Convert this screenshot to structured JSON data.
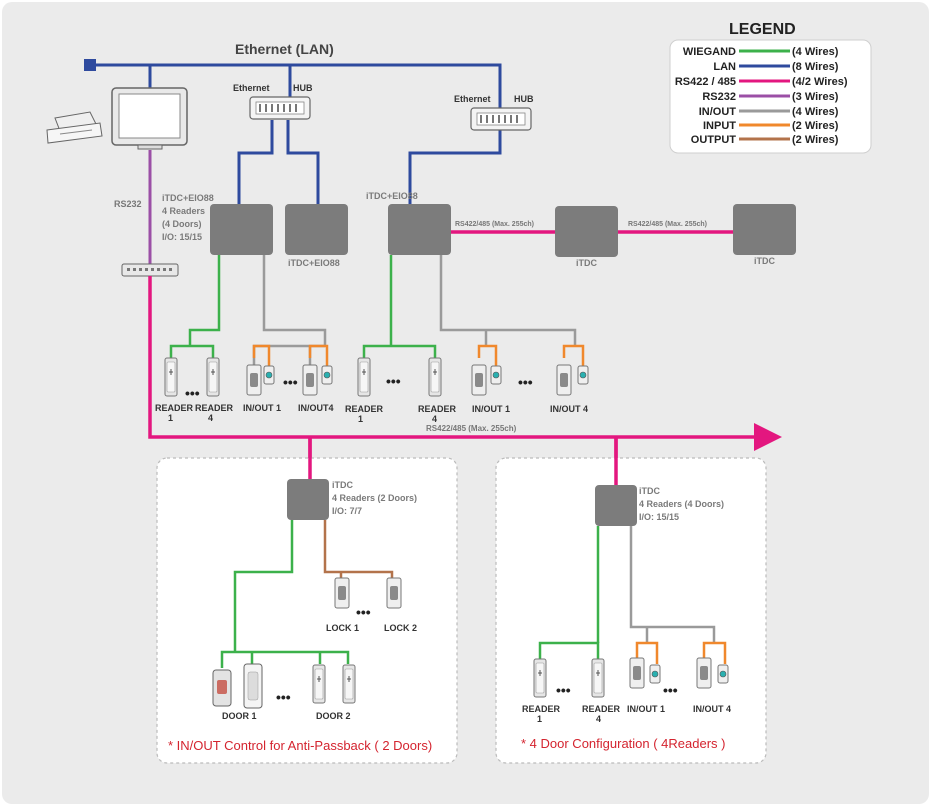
{
  "colors": {
    "wiegand": "#3cb14b",
    "lan": "#2e4a9e",
    "rs422": "#e3177f",
    "rs232": "#9b4fa6",
    "inout": "#9a9a9a",
    "input": "#f0882c",
    "output": "#b3734b",
    "device": "#7c7c7c"
  },
  "title_lan": "Ethernet (LAN)",
  "legend": {
    "title": "LEGEND",
    "items": [
      {
        "name": "WIEGAND",
        "desc": "(4 Wires)"
      },
      {
        "name": "LAN",
        "desc": "(8 Wires)"
      },
      {
        "name": "RS422 / 485",
        "desc": "(4/2 Wires)"
      },
      {
        "name": "RS232",
        "desc": "(3 Wires)"
      },
      {
        "name": "IN/OUT",
        "desc": "(4 Wires)"
      },
      {
        "name": "INPUT",
        "desc": "(2 Wires)"
      },
      {
        "name": "OUTPUT",
        "desc": "(2 Wires)"
      }
    ]
  },
  "hub1": {
    "left": "Ethernet",
    "right": "HUB"
  },
  "hub2": {
    "left": "Ethernet",
    "right": "HUB"
  },
  "rs232_label": "RS232",
  "ctrl1": {
    "l1": "iTDC+EIO88",
    "l2": "4 Readers",
    "l3": "(4 Doors)",
    "l4": "I/O: 15/15"
  },
  "ctrl2": {
    "label": "iTDC+EIO88"
  },
  "ctrl3": {
    "label": "iTDC+EIO88"
  },
  "ctrl4": {
    "label": "iTDC"
  },
  "ctrl5": {
    "label": "iTDC"
  },
  "rs485_a": "RS422/485 (Max. 255ch)",
  "rs485_b": "RS422/485 (Max. 255ch)",
  "rs485_c": "RS422/485 (Max. 255ch)",
  "dots": "•••",
  "top_labels": {
    "reader1_a": "READER",
    "reader1_b": "1",
    "reader4_a": "READER",
    "reader4_b": "4",
    "inout1": "IN/OUT 1",
    "inout4": "IN/OUT4",
    "reader1b_a": "READER",
    "reader1b_b": "1",
    "reader4b_a": "READER",
    "reader4b_b": "4",
    "inout1b": "IN/OUT 1",
    "inout4b": "IN/OUT 4"
  },
  "box_left": {
    "ctrl_l1": "iTDC",
    "ctrl_l2": "4 Readers (2 Doors)",
    "ctrl_l3": "I/O: 7/7",
    "lock1": "LOCK 1",
    "lock2": "LOCK 2",
    "door1": "DOOR 1",
    "door2": "DOOR 2",
    "caption": "* IN/OUT Control for Anti-Passback ( 2 Doors)"
  },
  "box_right": {
    "ctrl_l1": "iTDC",
    "ctrl_l2": "4 Readers (4 Doors)",
    "ctrl_l3": "I/O: 15/15",
    "reader1_a": "READER",
    "reader1_b": "1",
    "reader4_a": "READER",
    "reader4_b": "4",
    "inout1": "IN/OUT 1",
    "inout4": "IN/OUT 4",
    "caption": "* 4 Door Configuration ( 4Readers )"
  }
}
